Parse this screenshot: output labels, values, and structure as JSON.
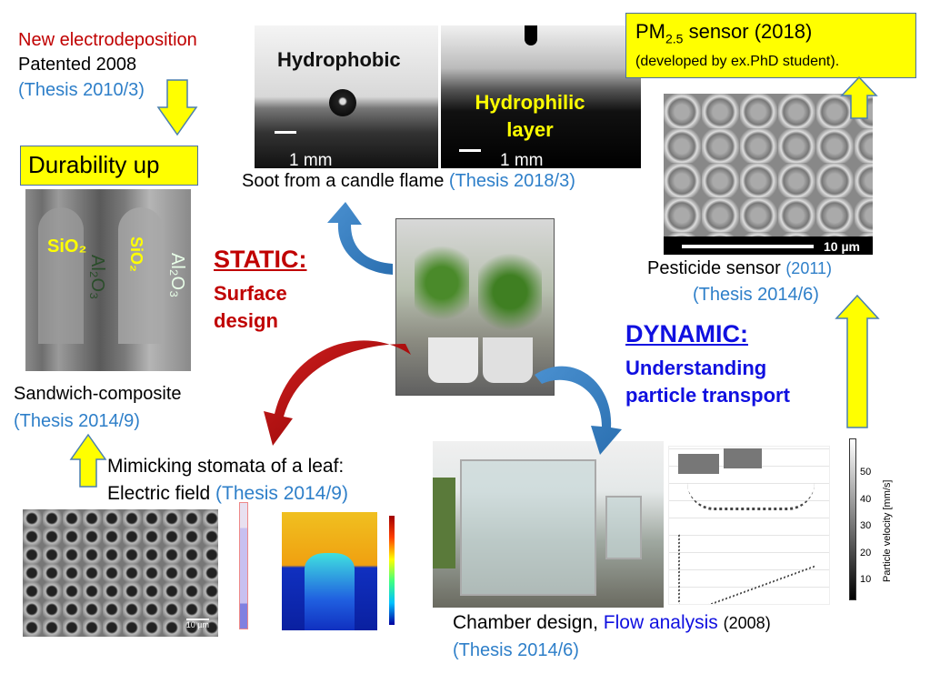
{
  "left_top": {
    "line1": "New electrodeposition",
    "line2": "Patented 2008",
    "line3": "(Thesis 2010/3)"
  },
  "durability": {
    "label": "Durability up"
  },
  "sem_labels": {
    "sio2_a": "SiO₂",
    "sio2_b": "SiO₂",
    "al2o3_a": "Al₂O₃",
    "al2o3_b": "Al₂O₃"
  },
  "sandwich": {
    "title": "Sandwich-composite",
    "thesis": "(Thesis 2014/9)"
  },
  "stomata": {
    "line1": "Mimicking stomata of a leaf:",
    "line2": "Electric field",
    "thesis": "(Thesis 2014/9)"
  },
  "porous_scale": "10 µm",
  "wetting": {
    "hydrophobic": "Hydrophobic",
    "hydrophilic": "Hydrophilic layer",
    "scale_a": "1 mm",
    "scale_b": "1 mm"
  },
  "soot": {
    "label": "Soot from a candle flame",
    "thesis": "(Thesis 2018/3)"
  },
  "static": {
    "title": "STATIC:",
    "line1": "Surface",
    "line2": "design"
  },
  "dynamic": {
    "title": "DYNAMIC:",
    "line1": "Understanding",
    "line2": "particle transport"
  },
  "pm": {
    "prefix": "PM",
    "sub": "2.5",
    "suffix": " sensor  (2018)",
    "line2": "(developed by ex.PhD student)."
  },
  "pesticide": {
    "label": "Pesticide sensor",
    "year": "(2011)",
    "thesis": "(Thesis 2014/6)",
    "scale": "10 µm"
  },
  "chamber": {
    "label": "Chamber design,",
    "flow": "Flow analysis",
    "year": "(2008)",
    "thesis": "(Thesis 2014/6)"
  },
  "colorbar": {
    "title": "Particle velocity [mm/s]",
    "ticks": [
      "50",
      "40",
      "30",
      "20",
      "10"
    ]
  },
  "colors": {
    "yellow": "#ffff00",
    "red": "#c00000",
    "blue": "#2e7fc9",
    "dark_blue": "#1010e0"
  }
}
